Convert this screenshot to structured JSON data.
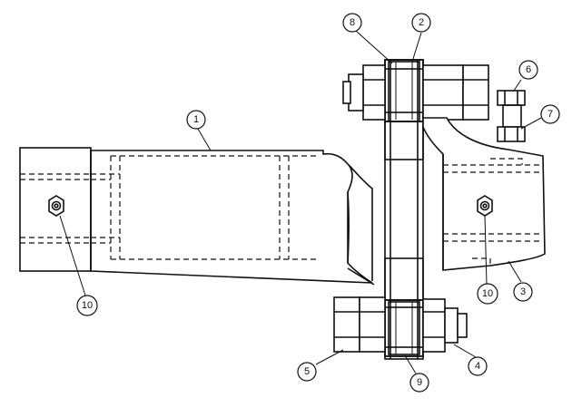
{
  "callouts": [
    {
      "id": "1",
      "label": "1"
    },
    {
      "id": "2",
      "label": "2"
    },
    {
      "id": "3",
      "label": "3"
    },
    {
      "id": "4",
      "label": "4"
    },
    {
      "id": "5",
      "label": "5"
    },
    {
      "id": "6",
      "label": "6"
    },
    {
      "id": "7",
      "label": "7"
    },
    {
      "id": "8",
      "label": "8"
    },
    {
      "id": "9",
      "label": "9"
    },
    {
      "id": "10a",
      "label": "10"
    },
    {
      "id": "10b",
      "label": "10"
    }
  ]
}
